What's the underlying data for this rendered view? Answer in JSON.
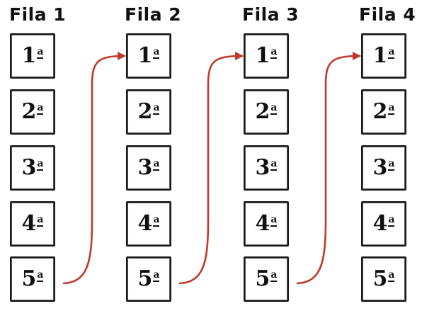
{
  "rows": [
    {
      "title": "Fila 1",
      "seats": [
        {
          "n": "1",
          "sup": "a"
        },
        {
          "n": "2",
          "sup": "a"
        },
        {
          "n": "3",
          "sup": "a"
        },
        {
          "n": "4",
          "sup": "a"
        },
        {
          "n": "5",
          "sup": "a"
        }
      ]
    },
    {
      "title": "Fila 2",
      "seats": [
        {
          "n": "1",
          "sup": "a"
        },
        {
          "n": "2",
          "sup": "a"
        },
        {
          "n": "3",
          "sup": "a"
        },
        {
          "n": "4",
          "sup": "a"
        },
        {
          "n": "5",
          "sup": "a"
        }
      ]
    },
    {
      "title": "Fila 3",
      "seats": [
        {
          "n": "1",
          "sup": "a"
        },
        {
          "n": "2",
          "sup": "a"
        },
        {
          "n": "3",
          "sup": "a"
        },
        {
          "n": "4",
          "sup": "a"
        },
        {
          "n": "5",
          "sup": "a"
        }
      ]
    },
    {
      "title": "Fila 4",
      "seats": [
        {
          "n": "1",
          "sup": "a"
        },
        {
          "n": "2",
          "sup": "a"
        },
        {
          "n": "3",
          "sup": "a"
        },
        {
          "n": "4",
          "sup": "a"
        },
        {
          "n": "5",
          "sup": "a"
        }
      ]
    }
  ],
  "colors": {
    "arrow": "#c0392b",
    "ink": "#111111"
  },
  "connectors": [
    {
      "from": "Fila 1 5a",
      "to": "Fila 2 1a"
    },
    {
      "from": "Fila 2 5a",
      "to": "Fila 3 1a"
    },
    {
      "from": "Fila 3 5a",
      "to": "Fila 4 1a"
    }
  ]
}
